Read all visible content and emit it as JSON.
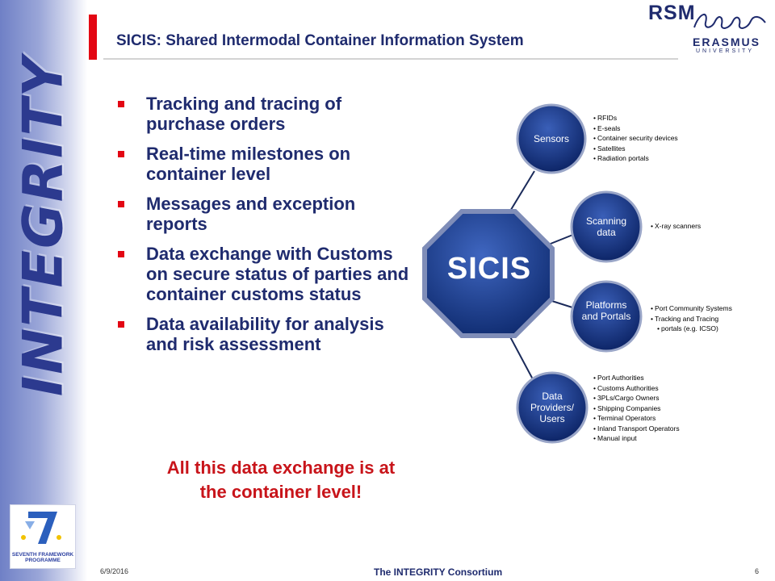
{
  "brand": {
    "side_word": "INTEGRITY",
    "logo_rsm": "RSM",
    "logo_university": "ERASMUS",
    "logo_university_sub": "UNIVERSITY",
    "fp7_label": "SEVENTH FRAMEWORK\nPROGRAMME"
  },
  "slide": {
    "title": "SICIS: Shared Intermodal Container Information System",
    "bullets": [
      "Tracking and tracing of purchase orders",
      "Real-time milestones on container level",
      "Messages and exception reports",
      "Data exchange with Customs on secure status of parties and container customs status",
      "Data availability for analysis and risk assessment"
    ],
    "closing_line": "All this data exchange is at the container level!"
  },
  "diagram": {
    "center": "SICIS",
    "nodes": [
      {
        "label": "Sensors",
        "items": [
          "RFIDs",
          "E-seals",
          "Container security devices",
          "Satellites",
          "Radiation portals"
        ]
      },
      {
        "label": "Scanning data",
        "items": [
          "X-ray scanners"
        ]
      },
      {
        "label": "Platforms and Portals",
        "items": [
          "Port Community Systems",
          "Tracking and Tracing",
          "portals (e.g. ICSO)"
        ]
      },
      {
        "label": "Data Providers/ Users",
        "items": [
          "Port Authorities",
          "Customs Authorities",
          "3PLs/Cargo Owners",
          "Shipping Companies",
          "Terminal Operators",
          "Inland Transport Operators",
          "Manual input"
        ]
      }
    ]
  },
  "footer": {
    "date": "6/9/2016",
    "center": "The INTEGRITY Consortium",
    "page": "6"
  },
  "colors": {
    "navy": "#1f2b6e",
    "red": "#c8141a",
    "bullet_red": "#e30613"
  }
}
